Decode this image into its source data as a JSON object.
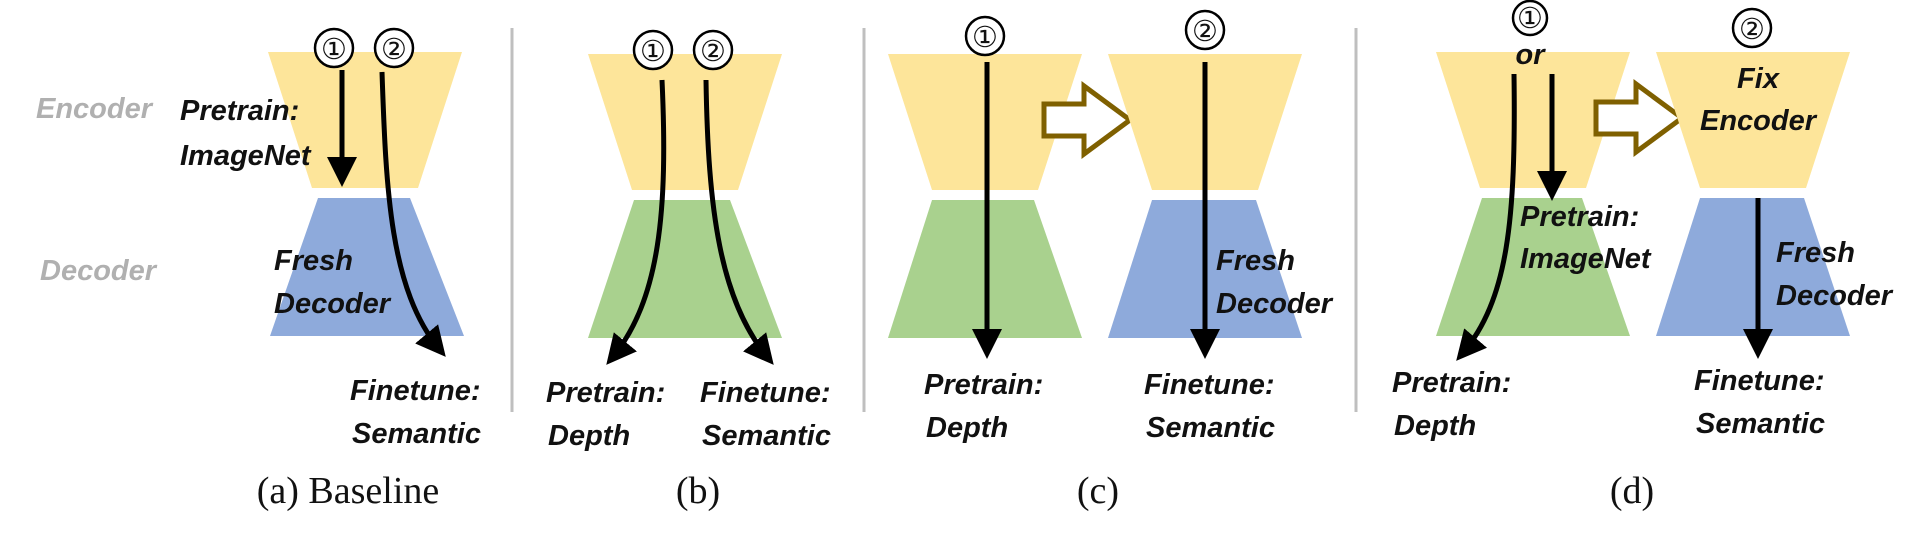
{
  "roles": {
    "encoder": "Encoder",
    "decoder": "Decoder"
  },
  "numbers": {
    "one": "①",
    "two": "②"
  },
  "panel_a": {
    "pretrain_l1": "Pretrain:",
    "pretrain_l2": "ImageNet",
    "decoder_l1": "Fresh",
    "decoder_l2": "Decoder",
    "finetune_l1": "Finetune:",
    "finetune_l2": "Semantic",
    "caption": "(a) Baseline"
  },
  "panel_b": {
    "pretrain_l1": "Pretrain:",
    "pretrain_l2": "Depth",
    "finetune_l1": "Finetune:",
    "finetune_l2": "Semantic",
    "caption": "(b)"
  },
  "panel_c": {
    "pretrain_l1": "Pretrain:",
    "pretrain_l2": "Depth",
    "decoder_l1": "Fresh",
    "decoder_l2": "Decoder",
    "finetune_l1": "Finetune:",
    "finetune_l2": "Semantic",
    "caption": "(c)"
  },
  "panel_d": {
    "or_text": "or",
    "fix_l1": "Fix",
    "fix_l2": "Encoder",
    "imagenet_l1": "Pretrain:",
    "imagenet_l2": "ImageNet",
    "pretrain_l1": "Pretrain:",
    "pretrain_l2": "Depth",
    "decoder_l1": "Fresh",
    "decoder_l2": "Decoder",
    "finetune_l1": "Finetune:",
    "finetune_l2": "Semantic",
    "caption": "(d)"
  },
  "colors": {
    "encoder": "#fde59a",
    "decoder_fresh": "#8eaadb",
    "decoder_pretrained": "#a9d18e",
    "transfer_arrow": "#7f6000"
  }
}
